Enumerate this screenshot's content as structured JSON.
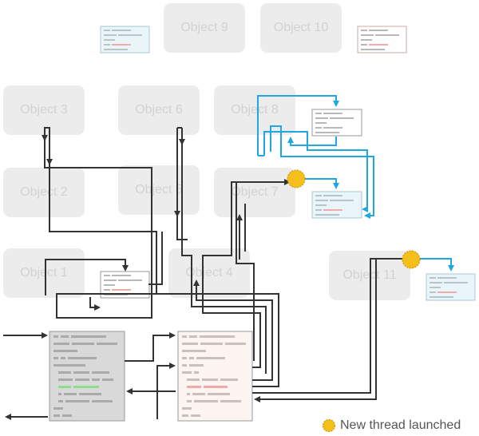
{
  "objects": [
    {
      "id": "object-9",
      "label": "Object 9"
    },
    {
      "id": "object-10",
      "label": "Object 10"
    },
    {
      "id": "object-3",
      "label": "Object 3"
    },
    {
      "id": "object-6",
      "label": "Object 6"
    },
    {
      "id": "object-8",
      "label": "Object 8"
    },
    {
      "id": "object-2",
      "label": "Object 2"
    },
    {
      "id": "object-5",
      "label": "Object 5"
    },
    {
      "id": "object-7",
      "label": "Object 7"
    },
    {
      "id": "object-1",
      "label": "Object 1"
    },
    {
      "id": "object-4",
      "label": "Object 4"
    },
    {
      "id": "object-11",
      "label": "Object 11"
    }
  ],
  "legend": {
    "icon": "sun-burst-icon",
    "label": "New thread launched"
  },
  "colors": {
    "wire_dark": "#333333",
    "wire_blue": "#1ea7e1",
    "burst": "#f4bf1a",
    "object_fill": "#ececec",
    "object_text": "#d2d2d2",
    "code_green": "#8fdc8f",
    "code_red": "#f3a9a9"
  }
}
